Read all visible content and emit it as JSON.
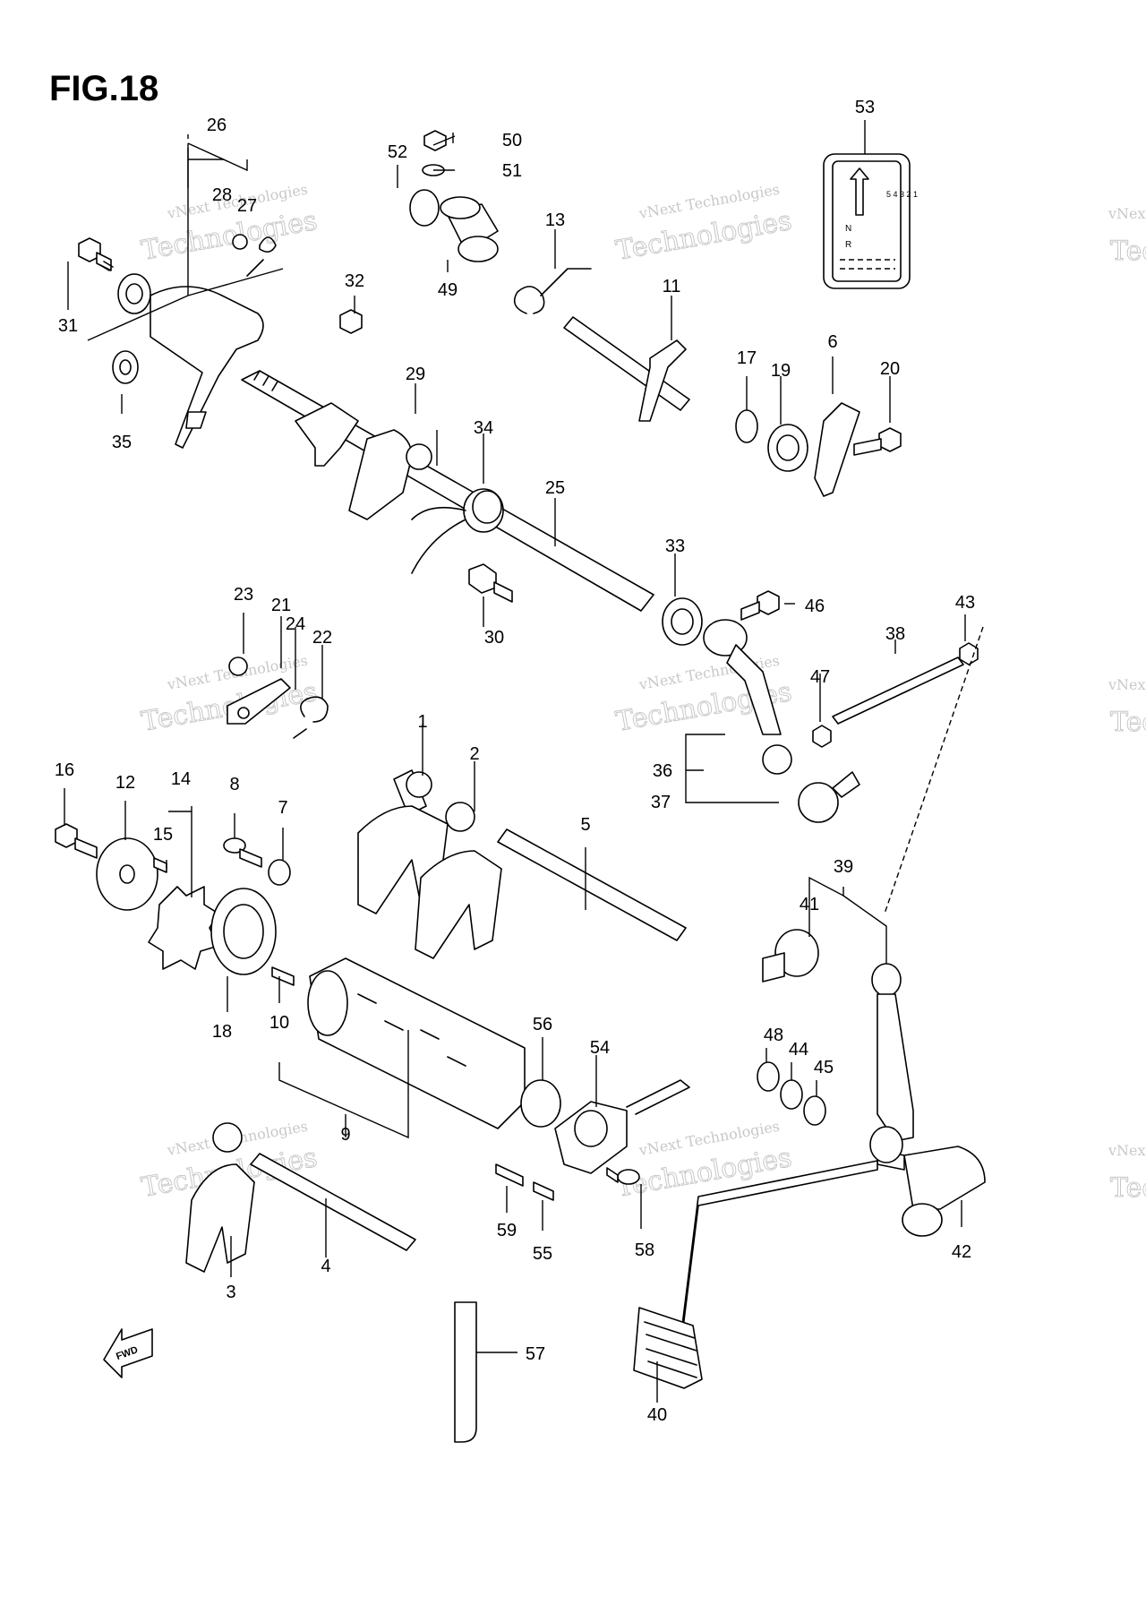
{
  "figure": {
    "title": "FIG.18"
  },
  "watermark": {
    "line1": "vNext Technologies",
    "line2": "Technologies",
    "tag": "vNext"
  },
  "fwd_label": "FWD",
  "callouts": {
    "c1": "1",
    "c2": "2",
    "c3": "3",
    "c4": "4",
    "c5": "5",
    "c6": "6",
    "c7": "7",
    "c8": "8",
    "c9": "9",
    "c10": "10",
    "c11": "11",
    "c12": "12",
    "c13": "13",
    "c14": "14",
    "c15": "15",
    "c16": "16",
    "c17": "17",
    "c18": "18",
    "c19": "19",
    "c20": "20",
    "c21": "21",
    "c22": "22",
    "c23": "23",
    "c24": "24",
    "c25": "25",
    "c26": "26",
    "c27": "27",
    "c28": "28",
    "c29": "29",
    "c30": "30",
    "c31": "31",
    "c32": "32",
    "c33": "33",
    "c34": "34",
    "c35": "35",
    "c36": "36",
    "c37": "37",
    "c38": "38",
    "c39": "39",
    "c40": "40",
    "c41": "41",
    "c42": "42",
    "c43": "43",
    "c44": "44",
    "c45": "45",
    "c46": "46",
    "c47": "47",
    "c48": "48",
    "c49": "49",
    "c50": "50",
    "c51": "51",
    "c52": "52",
    "c53": "53",
    "c54": "54",
    "c55": "55",
    "c56": "56",
    "c57": "57",
    "c58": "58",
    "c59": "59"
  },
  "gear_label": {
    "gears": "5 4 3 2 1",
    "neutral": "N",
    "reverse": "R"
  }
}
